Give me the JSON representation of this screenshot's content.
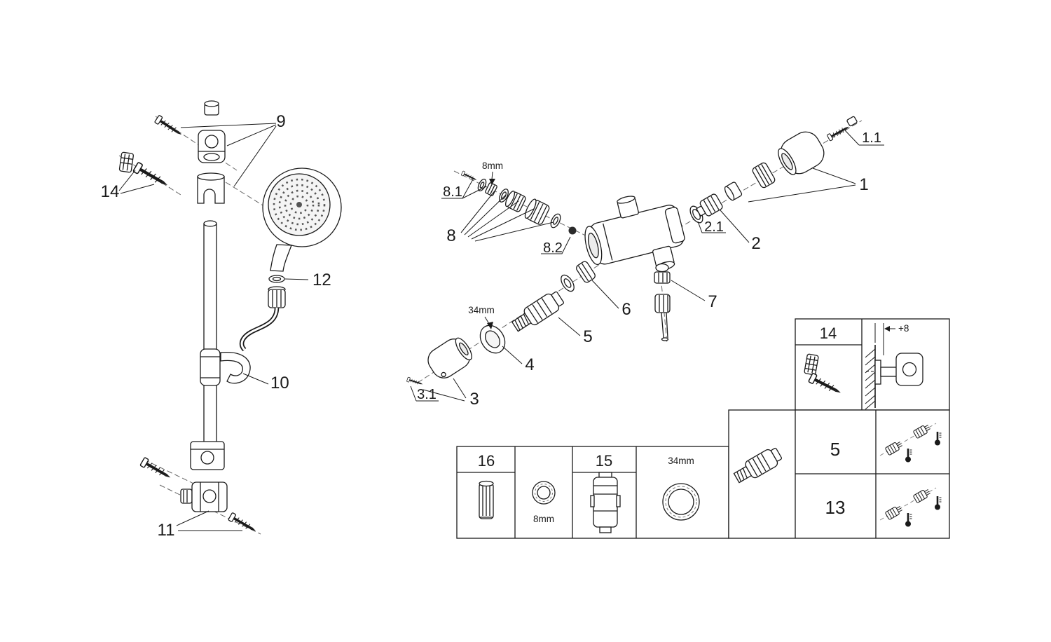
{
  "colors": {
    "line": "#1a1a1a",
    "background": "#ffffff"
  },
  "left_assembly": {
    "part9": "9",
    "part14": "14",
    "part12": "12",
    "part10": "10",
    "part11": "11"
  },
  "right_assembly": {
    "part1": "1",
    "part1_1": "1.1",
    "part2": "2",
    "part2_1": "2.1",
    "part3": "3",
    "part3_1": "3.1",
    "part4": "4",
    "part5": "5",
    "part6": "6",
    "part7": "7",
    "part8": "8",
    "part8_1": "8.1",
    "part8_2": "8.2",
    "dim_8mm": "8mm",
    "dim_34mm": "34mm"
  },
  "detail_boxes": {
    "box14": {
      "number": "14",
      "offset": "+8"
    },
    "box16": {
      "number": "16",
      "size": "8mm"
    },
    "box15": {
      "number": "15",
      "size": "34mm"
    },
    "box5": {
      "number": "5"
    },
    "box13": {
      "number": "13"
    }
  }
}
